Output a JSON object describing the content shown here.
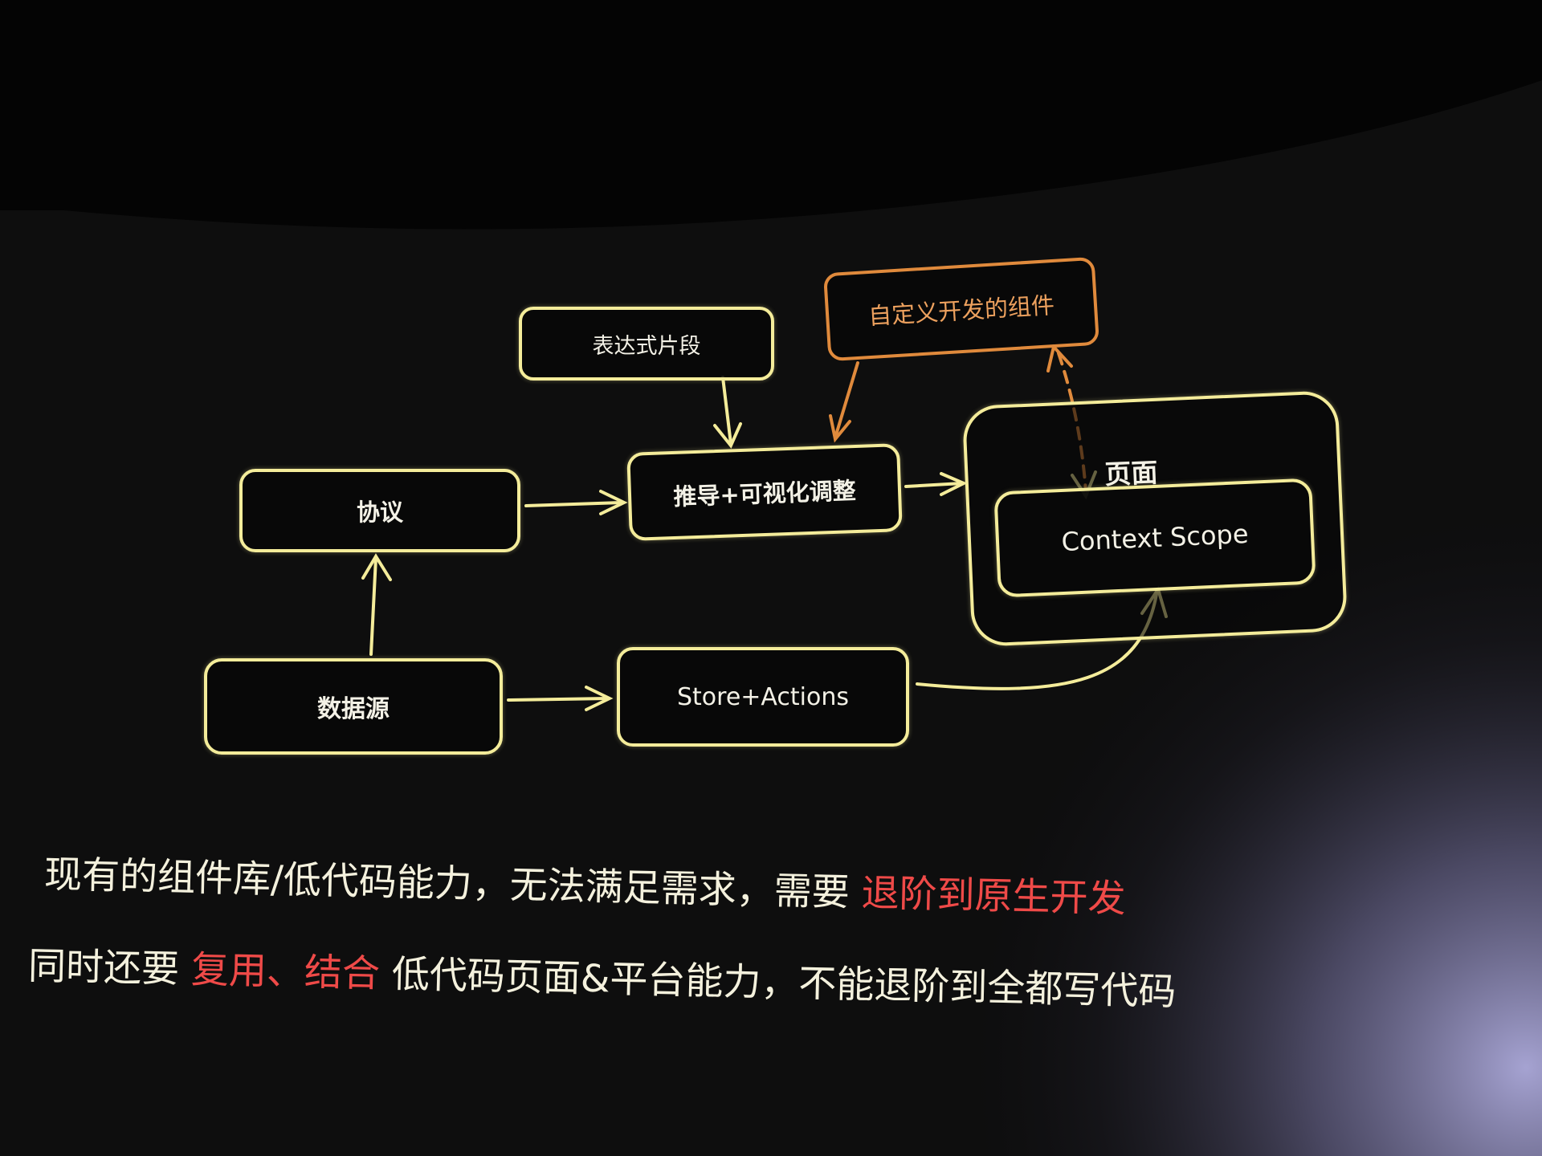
{
  "diagram": {
    "nodes": {
      "expression": "表达式片段",
      "custom_component": "自定义开发的组件",
      "protocol": "协议",
      "derive_adjust": "推导+可视化调整",
      "page": "页面",
      "context_scope": "Context Scope",
      "datasource": "数据源",
      "store_actions": "Store+Actions"
    }
  },
  "captions": {
    "line1": {
      "normal": "现有的组件库/低代码能力，无法满足需求，需要 ",
      "highlight": "退阶到原生开发"
    },
    "line2": {
      "prefix": "同时还要 ",
      "highlight1": "复用",
      "separator": "、",
      "highlight2": "结合",
      "suffix": " 低代码页面&平台能力，不能退阶到全都写代码"
    }
  },
  "colors": {
    "node_stroke": "#f4ec9a",
    "custom_stroke": "#e08a3c",
    "caption_text": "#f4f1dd",
    "highlight_text": "#ef4a48"
  }
}
